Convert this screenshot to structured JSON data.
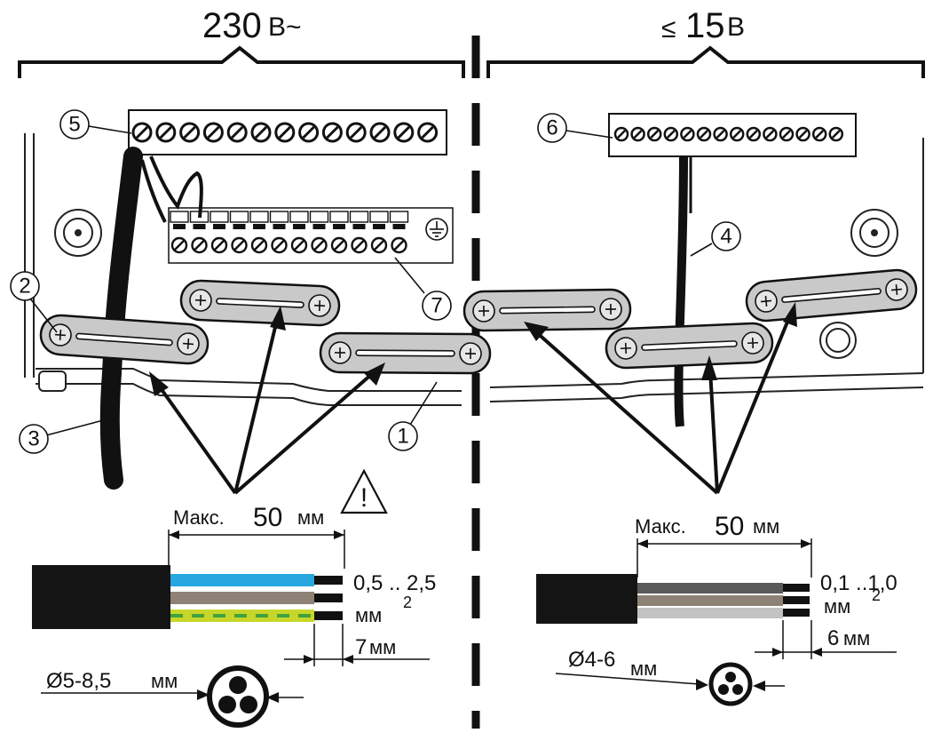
{
  "voltage_high": {
    "value": "230",
    "unit": "В~"
  },
  "voltage_low": {
    "prefix": "≤",
    "value": "15",
    "unit": "В"
  },
  "callouts": [
    "1",
    "2",
    "3",
    "4",
    "5",
    "6",
    "7"
  ],
  "left_cable": {
    "max_label": "Макс.",
    "max_value": "50",
    "max_unit": "мм",
    "section_value": "0,5 .. 2,5",
    "section_unit": "мм",
    "section_sup": "2",
    "strip_value": "7",
    "strip_unit": "мм",
    "diameter_value": "Ø5-8,5",
    "diameter_unit": "мм",
    "wire_colors": [
      "#27a6e0",
      "#8d8275",
      "#c8d629"
    ]
  },
  "right_cable": {
    "max_label": "Макс.",
    "max_value": "50",
    "max_unit": "мм",
    "section_value": "0,1 ..1,0",
    "section_unit": "мм",
    "section_sup": "2",
    "strip_value": "6",
    "strip_unit": "мм",
    "diameter_value": "Ø4-6",
    "diameter_unit": "мм",
    "wire_colors": [
      "#8d8275",
      "#c2c2c2"
    ]
  },
  "warning_symbol": "!",
  "icons": [
    "warning-triangle-icon",
    "ground-symbol-icon",
    "screw-icon",
    "cable-cross-section-icon"
  ]
}
